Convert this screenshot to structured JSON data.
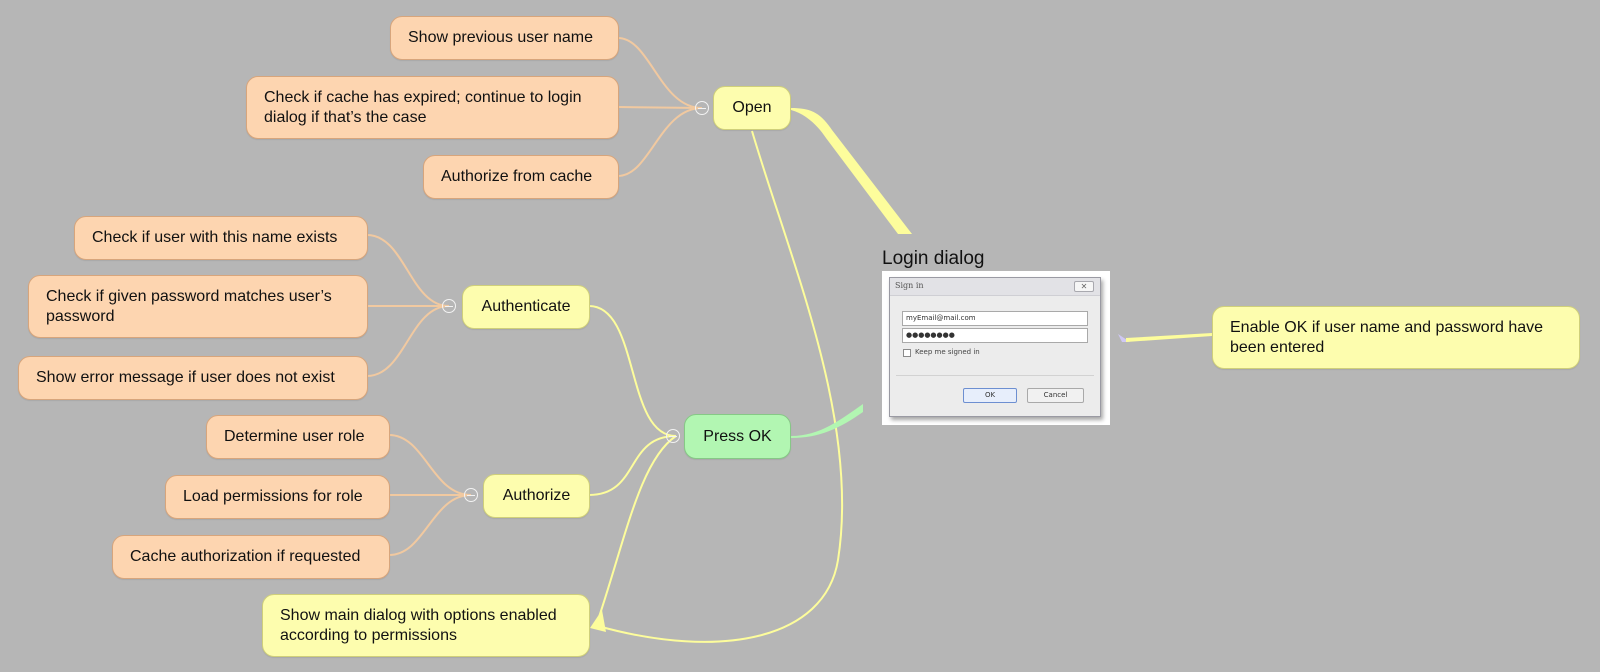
{
  "colors": {
    "background": "#b6b6b6",
    "orange_node": "#fdd5b0",
    "yellow_node": "#fdfdae",
    "green_node": "#b2f6b2",
    "orange_link": "#f1c9a0",
    "yellow_link": "#fdfd9c",
    "green_link": "#b2f6b2",
    "purple_link": "#cfc8f4"
  },
  "diagram": {
    "open": "Open",
    "open_children": [
      "Show previous user name",
      "Check if cache has expired; continue to login dialog if that’s the case",
      "Authorize from cache"
    ],
    "authenticate": "Authenticate",
    "authenticate_children": [
      "Check if user with this name exists",
      "Check if given password matches user’s password",
      "Show error message if user does not exist"
    ],
    "authorize": "Authorize",
    "authorize_children": [
      "Determine user role",
      "Load permissions for role",
      "Cache authorization if requested"
    ],
    "press_ok": "Press OK",
    "main_dialog": "Show main dialog with options enabled according to permissions",
    "enable_ok": "Enable OK if user name and password have been entered"
  },
  "login_dialog": {
    "label": "Login dialog",
    "window_title": "Sign in",
    "close_glyph": "✕",
    "email_value": "myEmail@mail.com",
    "password_value": "●●●●●●●●",
    "keep_signed_in": "Keep me signed in",
    "keep_signed_in_checked": false,
    "ok_label": "OK",
    "cancel_label": "Cancel"
  }
}
